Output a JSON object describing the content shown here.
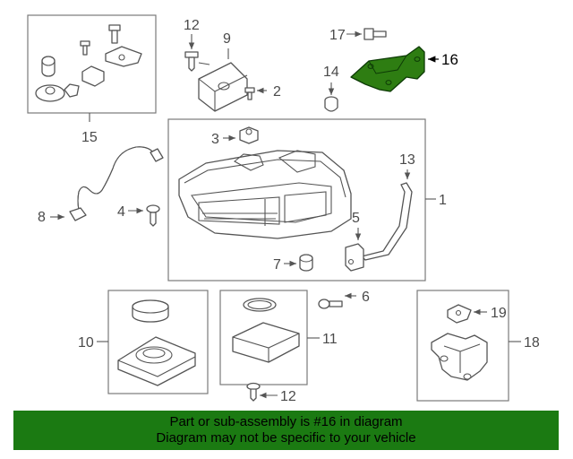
{
  "callouts": {
    "c1": "1",
    "c2": "2",
    "c3": "3",
    "c4": "4",
    "c5": "5",
    "c6": "6",
    "c7": "7",
    "c8": "8",
    "c9": "9",
    "c10": "10",
    "c11": "11",
    "c12a": "12",
    "c12b": "12",
    "c13": "13",
    "c14": "14",
    "c15": "15",
    "c16": "16",
    "c17": "17",
    "c18": "18",
    "c19": "19"
  },
  "highlight_color": "#2e7d12",
  "banner": {
    "color": "#1b7a12",
    "line1": "Part or sub-assembly is #16 in diagram",
    "line2": "Diagram may not be specific to your vehicle"
  }
}
